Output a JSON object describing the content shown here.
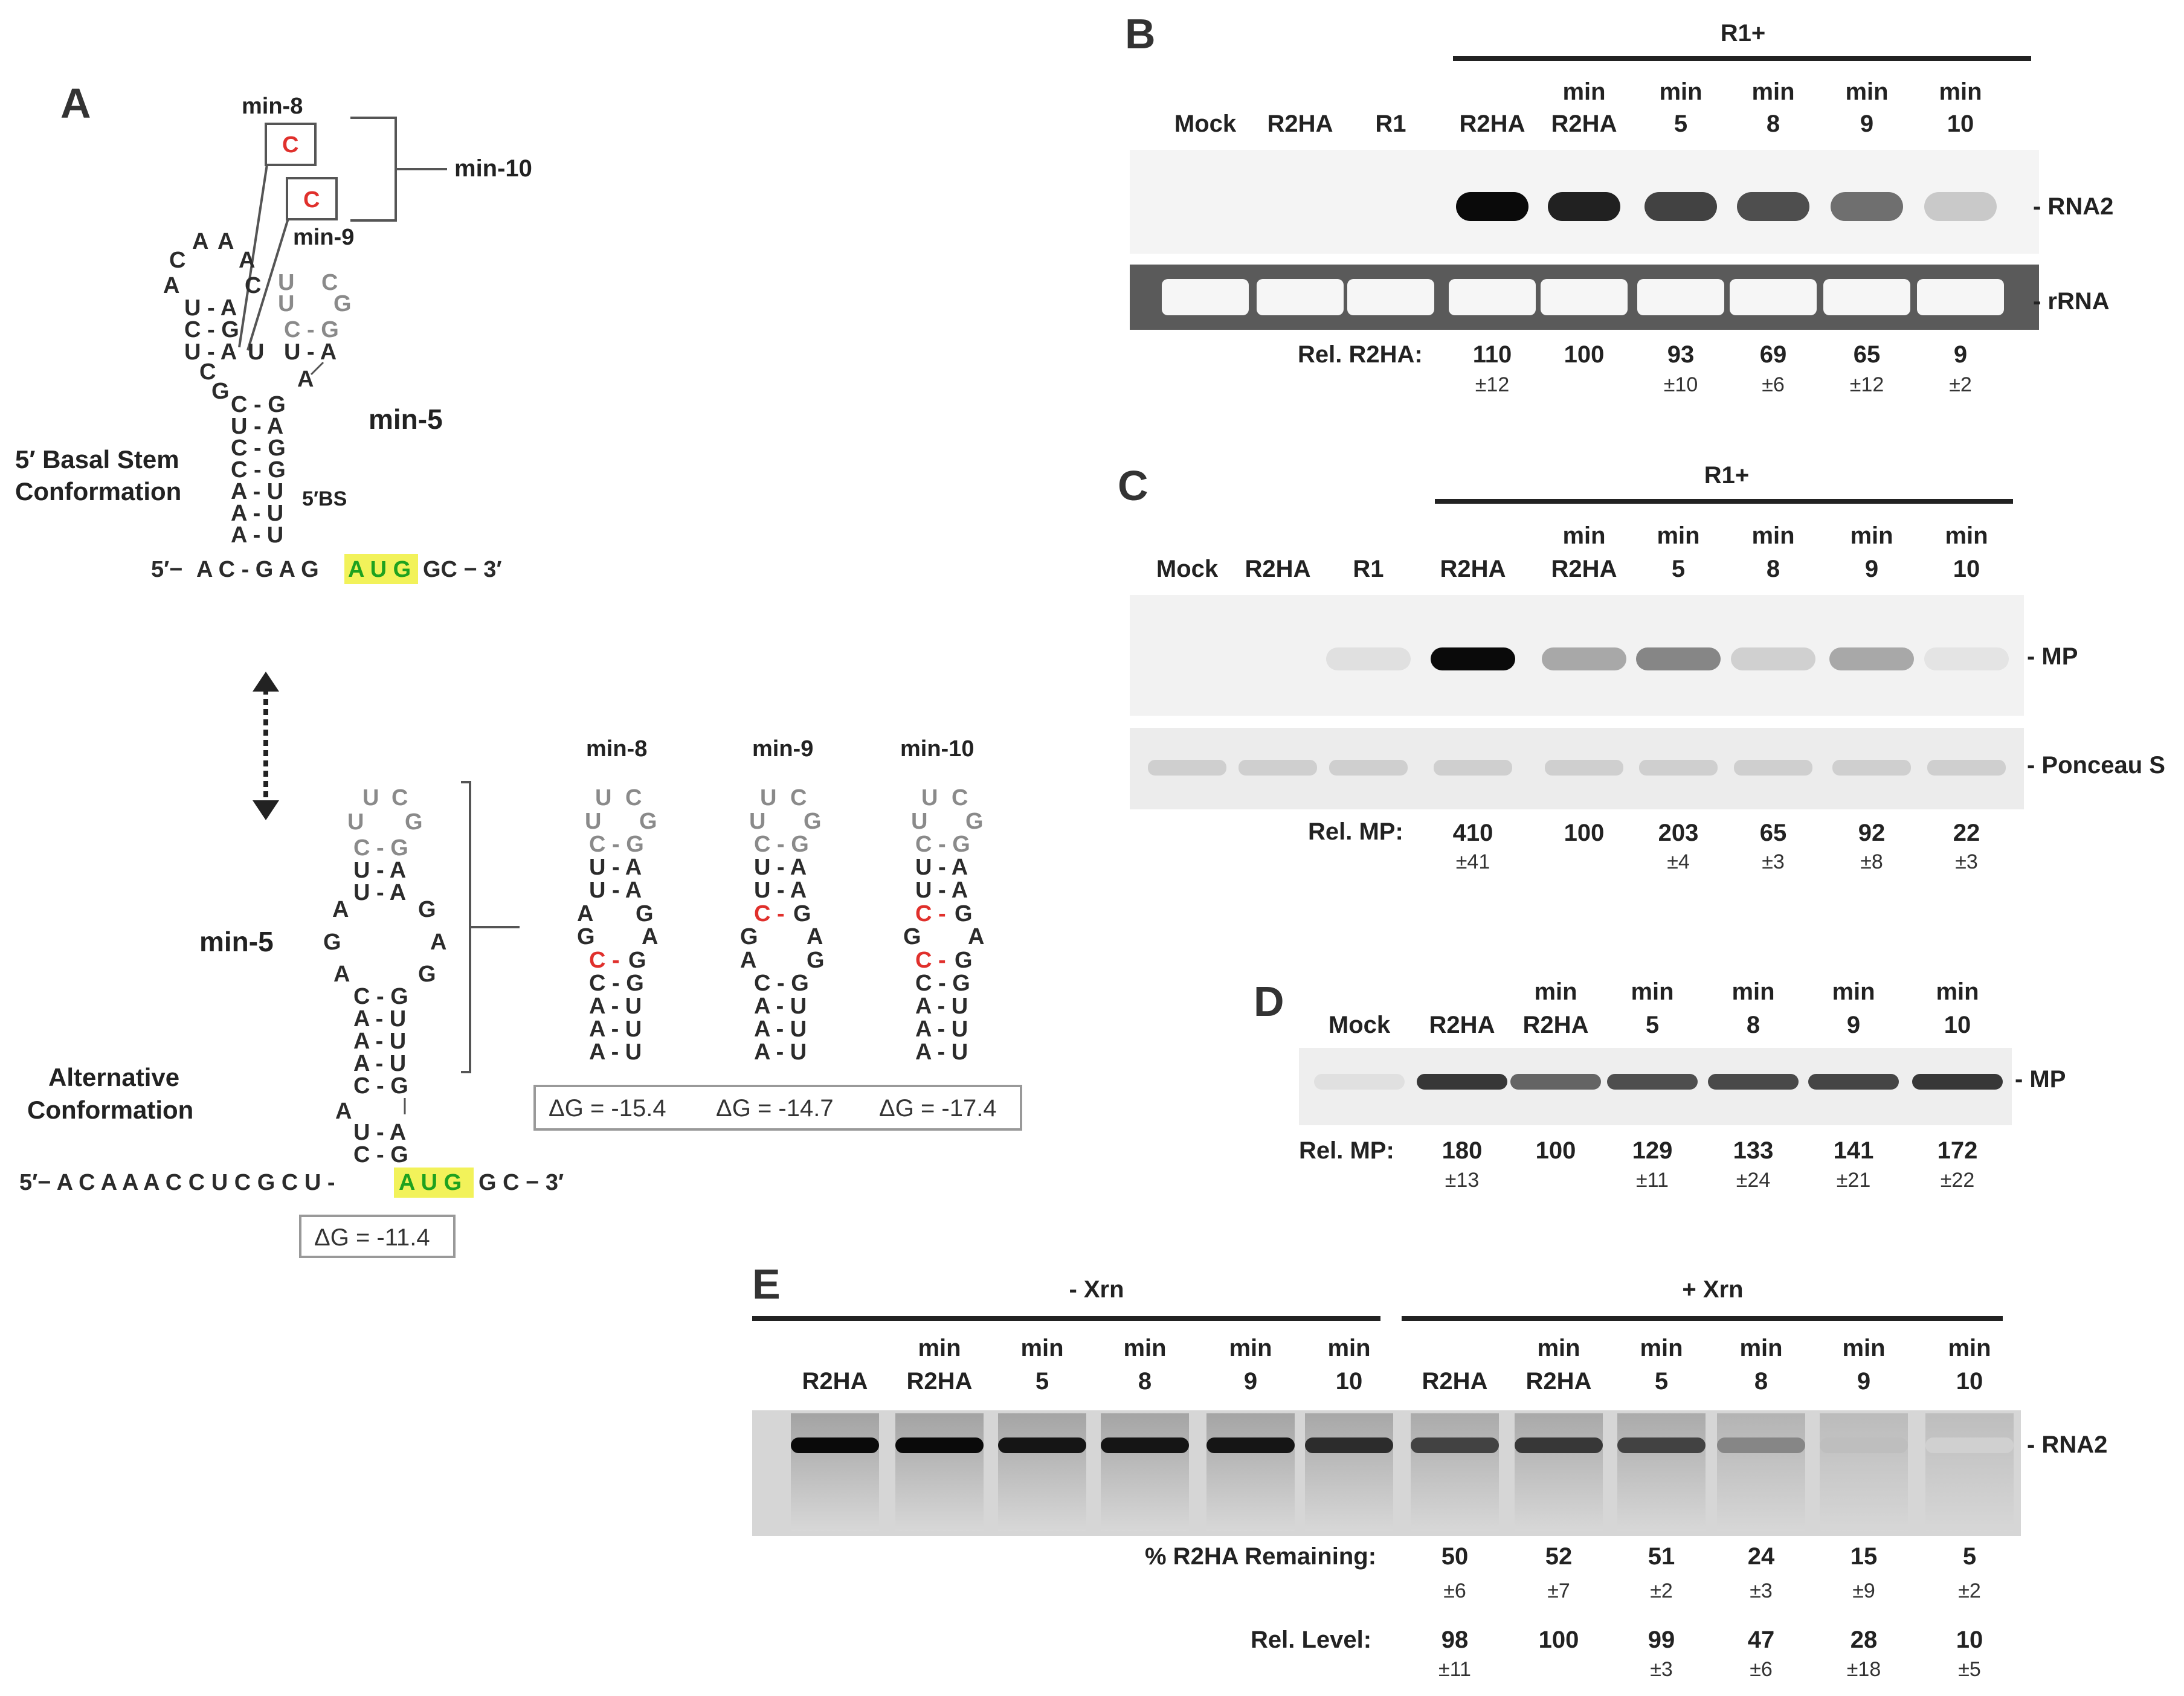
{
  "panelA": {
    "letter": "A",
    "min8": "min-8",
    "min9": "min-9",
    "min10": "min-10",
    "min5": "min-5",
    "basal_title1": "5′ Basal Stem",
    "basal_title2": "Conformation",
    "bs_label": "5′BS",
    "seq5": "5′−",
    "seq3": "GC − 3′",
    "seq_top_left": "A C - G A G",
    "aug": "A U G",
    "alt_title1": "Alternative",
    "alt_title2": "Conformation",
    "alt_seq5": "5′− A C A A A C C U C G C U -",
    "alt_seq3": "G C − 3′",
    "dg_alt": "ΔG = -11.4",
    "dg_min8": "ΔG = -15.4",
    "dg_min9": "ΔG = -14.7",
    "dg_min10": "ΔG = -17.4",
    "mut_labels": [
      "min-8",
      "min-9",
      "min-10"
    ]
  },
  "panelB": {
    "letter": "B",
    "group": "R1+",
    "lanes": [
      [
        "",
        "Mock"
      ],
      [
        "",
        "R2HA"
      ],
      [
        "",
        "R1"
      ],
      [
        "",
        "R2HA"
      ],
      [
        "min",
        "R2HA"
      ],
      [
        "min",
        "5"
      ],
      [
        "min",
        "8"
      ],
      [
        "min",
        "9"
      ],
      [
        "min",
        "10"
      ]
    ],
    "side_top": "- RNA2",
    "side_bottom": "- rRNA",
    "row_label": "Rel. R2HA:",
    "values": [
      "110",
      "100",
      "93",
      "69",
      "65",
      "9"
    ],
    "sds": [
      "±12",
      "",
      "±10",
      "±6",
      "±12",
      "±2"
    ],
    "band_intensity": [
      0,
      0,
      0,
      1.0,
      0.9,
      0.75,
      0.7,
      0.55,
      0.15
    ]
  },
  "panelC": {
    "letter": "C",
    "group": "R1+",
    "lanes": [
      [
        "",
        "Mock"
      ],
      [
        "",
        "R2HA"
      ],
      [
        "",
        "R1"
      ],
      [
        "",
        "R2HA"
      ],
      [
        "min",
        "R2HA"
      ],
      [
        "min",
        "5"
      ],
      [
        "min",
        "8"
      ],
      [
        "min",
        "9"
      ],
      [
        "min",
        "10"
      ]
    ],
    "side_top": "- MP",
    "side_bottom": "- Ponceau S",
    "row_label": "Rel. MP:",
    "values": [
      "410",
      "100",
      "203",
      "65",
      "92",
      "22"
    ],
    "sds": [
      "±41",
      "",
      "±4",
      "±3",
      "±8",
      "±3"
    ],
    "band_intensity": [
      0,
      0,
      0.05,
      1.0,
      0.3,
      0.45,
      0.12,
      0.3,
      0.03
    ]
  },
  "panelD": {
    "letter": "D",
    "lanes": [
      [
        "",
        "Mock"
      ],
      [
        "",
        "R2HA"
      ],
      [
        "min",
        "R2HA"
      ],
      [
        "min",
        "5"
      ],
      [
        "min",
        "8"
      ],
      [
        "min",
        "9"
      ],
      [
        "min",
        "10"
      ]
    ],
    "side": "- MP",
    "row_label": "Rel. MP:",
    "values": [
      "180",
      "100",
      "129",
      "133",
      "141",
      "172"
    ],
    "sds": [
      "±13",
      "",
      "±11",
      "±24",
      "±21",
      "±22"
    ],
    "band_intensity": [
      0.05,
      0.8,
      0.6,
      0.7,
      0.72,
      0.74,
      0.8
    ]
  },
  "panelE": {
    "letter": "E",
    "group_left": "- Xrn",
    "group_right": "+ Xrn",
    "lanes": [
      [
        "",
        "R2HA"
      ],
      [
        "min",
        "R2HA"
      ],
      [
        "min",
        "5"
      ],
      [
        "min",
        "8"
      ],
      [
        "min",
        "9"
      ],
      [
        "min",
        "10"
      ],
      [
        "",
        "R2HA"
      ],
      [
        "min",
        "R2HA"
      ],
      [
        "min",
        "5"
      ],
      [
        "min",
        "8"
      ],
      [
        "min",
        "9"
      ],
      [
        "min",
        "10"
      ]
    ],
    "side": "- RNA2",
    "row1_label": "% R2HA Remaining:",
    "row1_values": [
      "50",
      "52",
      "51",
      "24",
      "15",
      "5"
    ],
    "row1_sds": [
      "±6",
      "±7",
      "±2",
      "±3",
      "±9",
      "±2"
    ],
    "row2_label": "Rel. Level:",
    "row2_values": [
      "98",
      "100",
      "99",
      "47",
      "28",
      "10"
    ],
    "row2_sds": [
      "±11",
      "",
      "±3",
      "±6",
      "±18",
      "±5"
    ],
    "band_intensity": [
      1,
      1,
      0.95,
      0.95,
      0.95,
      0.85,
      0.75,
      0.8,
      0.75,
      0.45,
      0.2,
      0.12
    ]
  }
}
